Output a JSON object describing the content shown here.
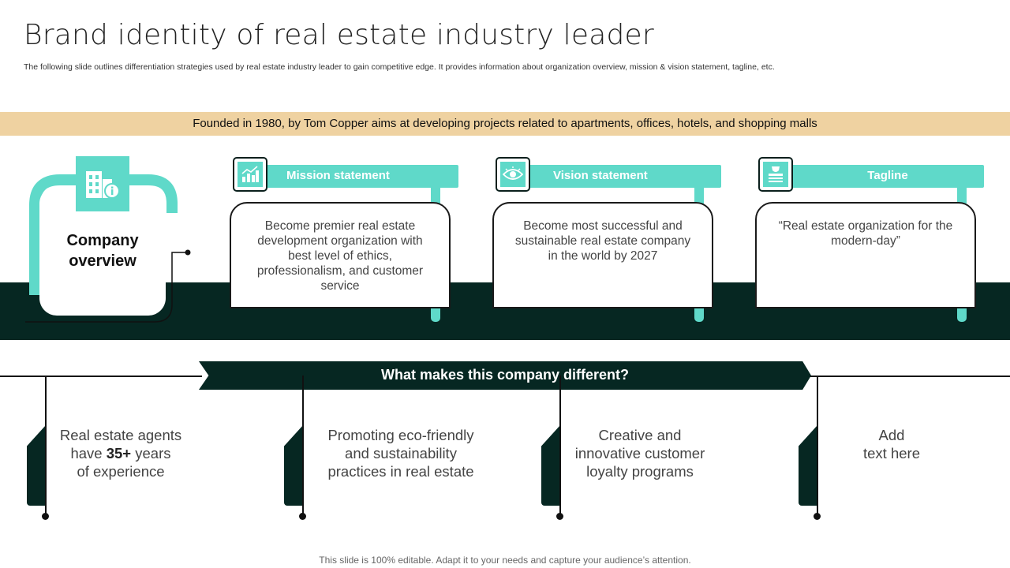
{
  "header": {
    "title": "Brand identity of real estate industry leader",
    "subtitle": "The following slide outlines differentiation strategies used by real estate industry leader to gain competitive edge. It provides information about organization overview, mission & vision statement, tagline, etc."
  },
  "founded_band": "Founded in 1980, by Tom Copper aims at developing projects related to apartments, offices, hotels, and shopping malls",
  "company_overview": {
    "title": "Company\noverview",
    "icon": "building-info-icon"
  },
  "statements": [
    {
      "tab": "Mission statement",
      "icon": "growth-chart-icon",
      "text": "Become premier real estate development organization with best level of ethics, professionalism, and customer service"
    },
    {
      "tab": "Vision statement",
      "icon": "eye-icon",
      "text": "Become most successful and sustainable real estate company in the world by 2027"
    },
    {
      "tab": "Tagline",
      "icon": "award-icon",
      "text": "“Real estate organization for the modern-day”"
    }
  ],
  "different": {
    "banner": "What makes this company different?",
    "items": [
      {
        "pre": "Real estate agents\nhave ",
        "bold": "35+",
        "post": " years\nof experience"
      },
      {
        "pre": "Promoting eco-friendly\nand sustainability\npractices in real estate",
        "bold": "",
        "post": ""
      },
      {
        "pre": "Creative and\ninnovative customer\nloyalty programs",
        "bold": "",
        "post": ""
      },
      {
        "pre": "Add\ntext here",
        "bold": "",
        "post": ""
      }
    ]
  },
  "footer": "This slide is 100% editable. Adapt it to your needs and capture your audience’s attention.",
  "colors": {
    "teal": "#5fd9c9",
    "dark": "#062722",
    "tan": "#efd2a1"
  }
}
